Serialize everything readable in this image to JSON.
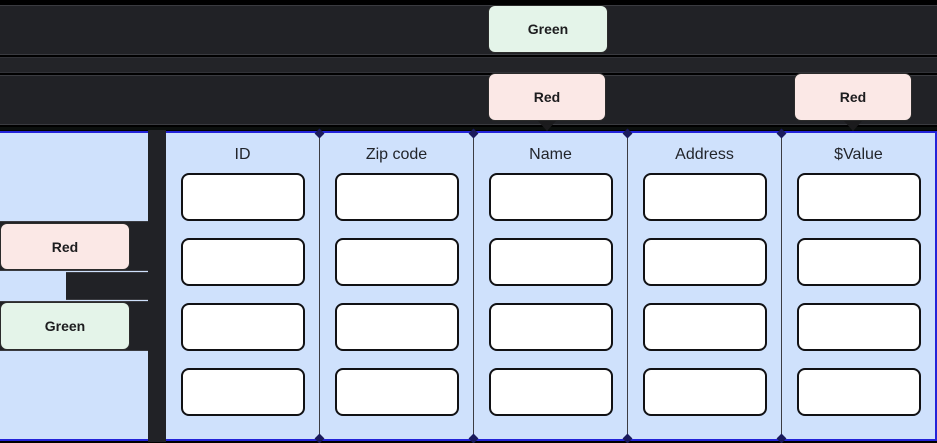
{
  "colors": {
    "green_chip": "#e4f4e9",
    "red_chip": "#fbe8e6",
    "panel_blue": "#cfe1fc",
    "border_blue": "#2323d8",
    "dark_row": "#212226",
    "cell_white": "#ffffff",
    "cell_border": "#111114"
  },
  "top_annotations": [
    {
      "label": "Green",
      "status": "green"
    },
    {
      "label": "Red",
      "status": "red"
    },
    {
      "label": "Red",
      "status": "red"
    }
  ],
  "side_annotations": [
    {
      "label": "Red",
      "status": "red"
    },
    {
      "label": "Green",
      "status": "green"
    }
  ],
  "table": {
    "columns": [
      {
        "header": "ID"
      },
      {
        "header": "Zip code"
      },
      {
        "header": "Name"
      },
      {
        "header": "Address"
      },
      {
        "header": "$Value"
      }
    ],
    "rows": [
      {
        "id": "",
        "zip_code": "",
        "name": "",
        "address": "",
        "value": ""
      },
      {
        "id": "",
        "zip_code": "",
        "name": "",
        "address": "",
        "value": ""
      },
      {
        "id": "",
        "zip_code": "",
        "name": "",
        "address": "",
        "value": ""
      },
      {
        "id": "",
        "zip_code": "",
        "name": "",
        "address": "",
        "value": ""
      }
    ]
  }
}
